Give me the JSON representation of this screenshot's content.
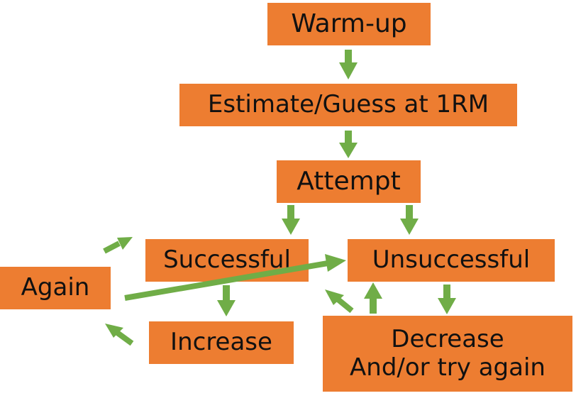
{
  "colors": {
    "box": "#ED7D31",
    "arrow": "#70AD47",
    "text": "#111111"
  },
  "nodes": {
    "warmup": "Warm-up",
    "estimate": "Estimate/Guess at 1RM",
    "attempt": "Attempt",
    "successful": "Successful",
    "unsuccessful": "Unsuccessful",
    "again": "Again",
    "increase": "Increase",
    "decrease_line1": "Decrease",
    "decrease_line2": "And/or try again"
  }
}
